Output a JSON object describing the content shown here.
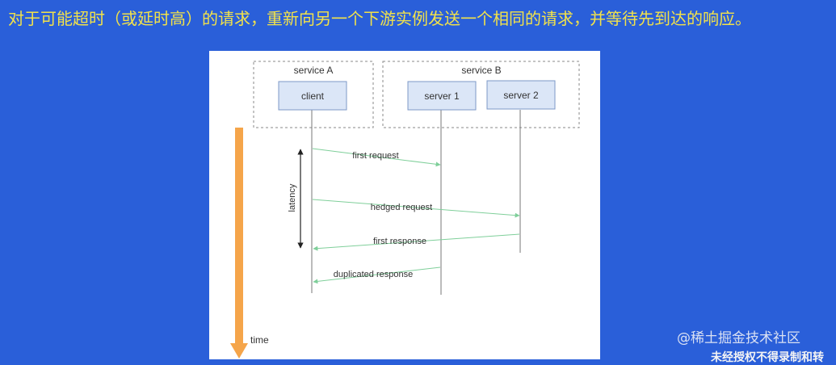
{
  "headline": "对于可能超时（或延时高）的请求，重新向另一个下游实例发送一个相同的请求，并等待先到达的响应。",
  "diagram": {
    "group_a_label": "service A",
    "group_b_label": "service B",
    "participants": {
      "client": "client",
      "server1": "server 1",
      "server2": "server 2"
    },
    "messages": [
      {
        "label": "first request",
        "from": "client",
        "to": "server 1"
      },
      {
        "label": "hedged request",
        "from": "client",
        "to": "server 2"
      },
      {
        "label": "first response",
        "from": "server 2",
        "to": "client"
      },
      {
        "label": "duplicated response",
        "from": "server 1",
        "to": "client"
      }
    ],
    "latency_label": "latency",
    "time_label": "time"
  },
  "colors": {
    "background": "#2a5fd9",
    "headline_text": "#f2e24a",
    "box_fill": "#dbe6f7",
    "box_stroke": "#7d98c7",
    "arrow": "#7fcf9a",
    "time_arrow": "#f5a54a"
  },
  "watermark": "@稀土掘金技术社区",
  "footer_note": "未经授权不得录制和转"
}
